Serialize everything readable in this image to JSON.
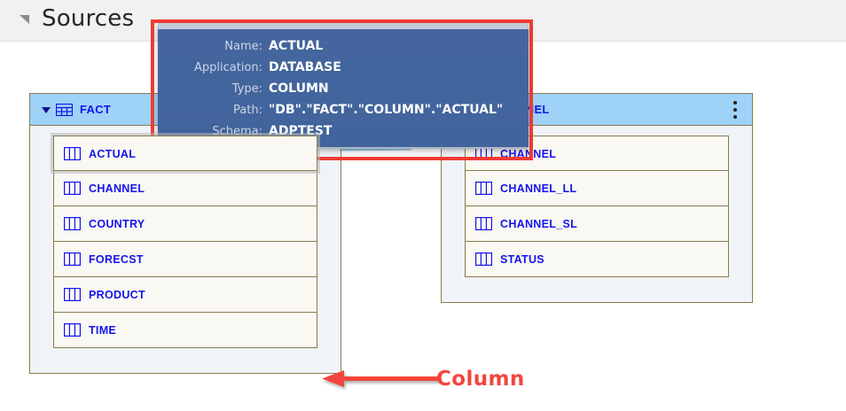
{
  "header": {
    "title": "Sources",
    "collapse_icon": "triangle-collapse-icon"
  },
  "tables": [
    {
      "id": "fact",
      "name": "FACT",
      "icon": "table-grid-icon",
      "menu_icon": "kebab-menu-icon",
      "caret_icon": "caret-down-icon",
      "columns": [
        {
          "name": "ACTUAL",
          "icon": "column-icon",
          "hovered": true
        },
        {
          "name": "CHANNEL",
          "icon": "column-icon",
          "hovered": false
        },
        {
          "name": "COUNTRY",
          "icon": "column-icon",
          "hovered": false
        },
        {
          "name": "FORECST",
          "icon": "column-icon",
          "hovered": false
        },
        {
          "name": "PRODUCT",
          "icon": "column-icon",
          "hovered": false
        },
        {
          "name": "TIME",
          "icon": "column-icon",
          "hovered": false
        }
      ]
    },
    {
      "id": "channel",
      "name": "CHANNEL",
      "icon": "table-grid-icon",
      "menu_icon": "kebab-menu-icon",
      "caret_icon": "caret-down-icon",
      "columns": [
        {
          "name": "CHANNEL",
          "icon": "column-icon",
          "hovered": false
        },
        {
          "name": "CHANNEL_LL",
          "icon": "column-icon",
          "hovered": false
        },
        {
          "name": "CHANNEL_SL",
          "icon": "column-icon",
          "hovered": false
        },
        {
          "name": "STATUS",
          "icon": "column-icon",
          "hovered": false
        }
      ]
    }
  ],
  "tooltip": {
    "rows": [
      {
        "label": "Name:",
        "value": "ACTUAL"
      },
      {
        "label": "Application:",
        "value": "DATABASE"
      },
      {
        "label": "Type:",
        "value": "COLUMN"
      },
      {
        "label": "Path:",
        "value": "\"DB\".\"FACT\".\"COLUMN\".\"ACTUAL\""
      },
      {
        "label": "Schema:",
        "value": "ADPTEST"
      }
    ]
  },
  "annotations": {
    "column_label": "Column",
    "arrow_icon": "left-arrow-icon",
    "highlight_box_name": "tooltip-highlight-box"
  },
  "colors": {
    "header_bar": "#f1f1f1",
    "table_header": "#9ed2f7",
    "table_body": "#f0f3f8",
    "column_row": "#faf8f2",
    "border": "#8a7c4e",
    "label_text": "#1414f0",
    "tooltip_bg": "#3a5e99",
    "annotation_red": "#ee3b33",
    "connector": "#8ec9e8"
  }
}
